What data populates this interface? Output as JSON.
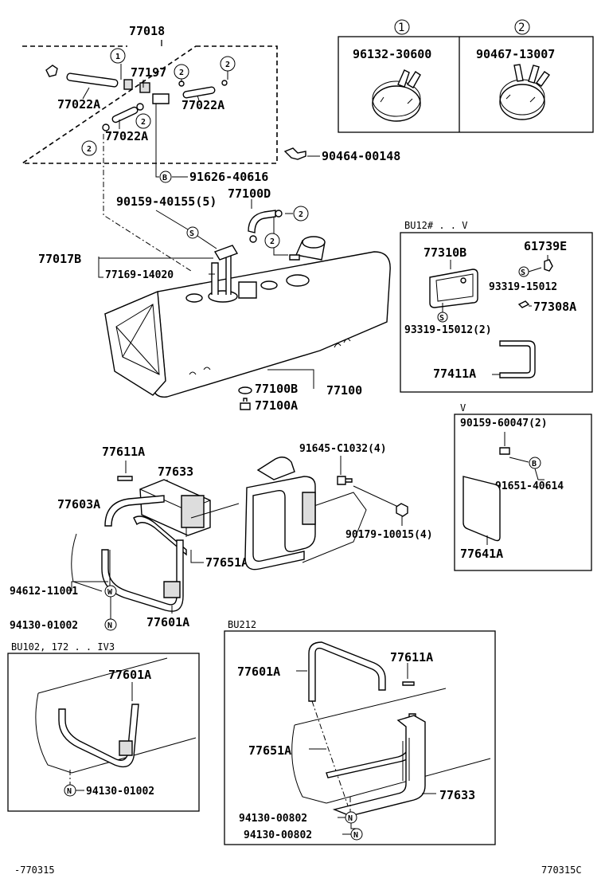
{
  "labels": {
    "l77018": "77018",
    "l77197": "77197",
    "l77022a_1": "77022A",
    "l77022a_2": "77022A",
    "l77022a_3": "77022A",
    "l90464": "90464-00148",
    "l91626": "91626-40616",
    "l90159_40155": "90159-40155(5)",
    "l77100d": "77100D",
    "l77017b": "77017B",
    "l77169": "77169-14020",
    "l77100b": "77100B",
    "l77100": "77100",
    "l77100a": "77100A",
    "l96132": "96132-30600",
    "l90467": "90467-13007",
    "l77310b": "77310B",
    "l61739e": "61739E",
    "l93319_a": "93319-15012",
    "l77308a": "77308A",
    "l93319_b": "93319-15012(2)",
    "l77411a": "77411A",
    "l77611a_1": "77611A",
    "l77633_1": "77633",
    "l91645": "91645-C1032(4)",
    "l77603a": "77603A",
    "l77651a_1": "77651A",
    "l90179": "90179-10015(4)",
    "l94612": "94612-11001",
    "l94130_1": "94130-01002",
    "l77601a_1": "77601A",
    "l90159_60047": "90159-60047(2)",
    "l91651": "91651-40614",
    "l77641a": "77641A",
    "l77601a_2": "77601A",
    "l94130_2": "94130-01002",
    "l77601a_3": "77601A",
    "l77611a_2": "77611A",
    "l77651a_2": "77651A",
    "l77633_2": "77633",
    "l94130_00802_1": "94130-00802",
    "l94130_00802_2": "94130-00802"
  },
  "captions": {
    "bu12": "BU12# . . V",
    "v": "V",
    "bu212": "BU212",
    "bu102": "BU102, 172 . . IV3",
    "ref_left": "-770315",
    "ref_right": "770315C"
  },
  "legend": {
    "k1": "1",
    "k2": "2"
  },
  "badges": {
    "b1": "1",
    "b2": "2",
    "S": "S",
    "B": "B",
    "N": "N",
    "W": "W"
  }
}
